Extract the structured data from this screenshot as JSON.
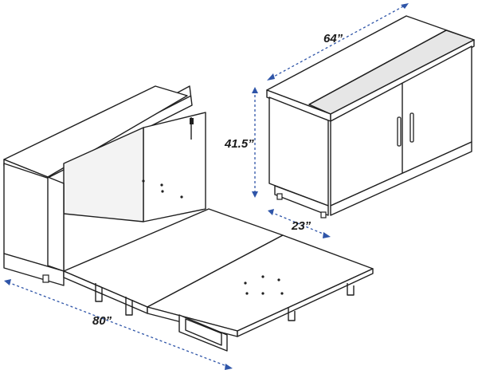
{
  "dimensions": {
    "width": "64”",
    "height": "41.5”",
    "depth": "23”",
    "bed_length": "80”"
  },
  "colors": {
    "dimension_line": "#2f55a8",
    "outline": "#1f1f1f",
    "panel_light": "#ffffff",
    "panel_shade": "#f3f3f3",
    "top_dark": "#d9d9d9"
  }
}
